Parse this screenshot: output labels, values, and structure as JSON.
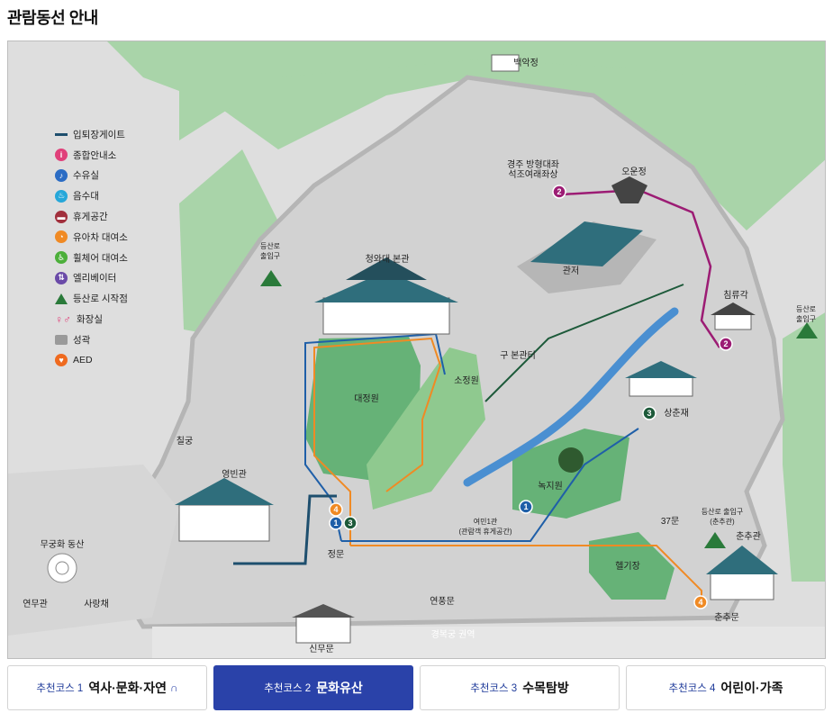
{
  "page": {
    "title": "관람동선 안내"
  },
  "legend": [
    {
      "label": "입퇴장게이트",
      "icon": "gate-line-icon",
      "color": "#1e4f6e",
      "glyph": ""
    },
    {
      "label": "종합안내소",
      "icon": "info-icon",
      "color": "#e0407a",
      "glyph": "i"
    },
    {
      "label": "수유실",
      "icon": "nursing-room-icon",
      "color": "#2b6cc4",
      "glyph": "♪"
    },
    {
      "label": "음수대",
      "icon": "water-fountain-icon",
      "color": "#26a7d9",
      "glyph": "♨"
    },
    {
      "label": "휴게공간",
      "icon": "rest-area-icon",
      "color": "#a12f3c",
      "glyph": "▬"
    },
    {
      "label": "유아차 대여소",
      "icon": "stroller-icon",
      "color": "#f08a24",
      "glyph": "◔"
    },
    {
      "label": "휠체어 대여소",
      "icon": "wheelchair-icon",
      "color": "#4caf3a",
      "glyph": "♿"
    },
    {
      "label": "엘리베이터",
      "icon": "elevator-icon",
      "color": "#6a4aa8",
      "glyph": "⇅"
    },
    {
      "label": "등산로 시작점",
      "icon": "trailhead-icon",
      "color": "#2a7a3a",
      "glyph": ""
    },
    {
      "label": "화장실",
      "icon": "restroom-icon",
      "color": "#1c5fb8",
      "glyph": ""
    },
    {
      "label": "성곽",
      "icon": "fortress-wall-icon",
      "color": "#9a9a9a",
      "glyph": ""
    },
    {
      "label": "AED",
      "icon": "aed-icon",
      "color": "#ef6a1f",
      "glyph": "♥"
    }
  ],
  "map": {
    "places": [
      {
        "key": "baegakjeong",
        "name": "백악정"
      },
      {
        "key": "buddha",
        "name": "경주 방형대좌\n석조여래좌상"
      },
      {
        "key": "oun",
        "name": "오운정"
      },
      {
        "key": "gwanjeo",
        "name": "관저"
      },
      {
        "key": "chimnyu",
        "name": "침류각"
      },
      {
        "key": "main_hall",
        "name": "청와대 본관"
      },
      {
        "key": "trail_w",
        "name": "등산로\n출입구"
      },
      {
        "key": "trail_e",
        "name": "등산로\n출입구"
      },
      {
        "key": "old_hall",
        "name": "구 본관터"
      },
      {
        "key": "daejeongwon",
        "name": "대정원"
      },
      {
        "key": "sojeongwon",
        "name": "소정원"
      },
      {
        "key": "sangchunjae",
        "name": "상춘재"
      },
      {
        "key": "nokjiwon",
        "name": "녹지원"
      },
      {
        "key": "chilgung",
        "name": "칠궁"
      },
      {
        "key": "yeongbin",
        "name": "영빈관"
      },
      {
        "key": "mugunghwa",
        "name": "무궁화 동산"
      },
      {
        "key": "jeongmun",
        "name": "정문"
      },
      {
        "key": "yeomin1",
        "name": "여민1관\n(관람객 휴게공간)"
      },
      {
        "key": "gate37",
        "name": "37문"
      },
      {
        "key": "trail_gate",
        "name": "등산로 출입구\n(춘추관)"
      },
      {
        "key": "chunchugwan",
        "name": "춘추관"
      },
      {
        "key": "heliport",
        "name": "헬기장"
      },
      {
        "key": "chunchumun",
        "name": "춘추문"
      },
      {
        "key": "yeonpung",
        "name": "연풍문"
      },
      {
        "key": "yeonmu",
        "name": "연무관"
      },
      {
        "key": "sarangchae",
        "name": "사랑채"
      },
      {
        "key": "sinmu",
        "name": "신무문"
      },
      {
        "key": "gyeongbok",
        "name": "경복궁 권역"
      }
    ],
    "markers": [
      {
        "num": "1",
        "color": "#1f5fa8"
      },
      {
        "num": "2",
        "color": "#9c1c74"
      },
      {
        "num": "3",
        "color": "#1d5a3a"
      },
      {
        "num": "4",
        "color": "#f08a24"
      }
    ],
    "route_colors": {
      "course1": "#1f5fa8",
      "course2": "#9c1c74",
      "course3": "#1d5a3a",
      "course4": "#f08a24"
    }
  },
  "tabs": [
    {
      "num": "추천코스 1",
      "name": "역사·문화·자연",
      "icon": "headphone-icon",
      "active": false
    },
    {
      "num": "추천코스 2",
      "name": "문화유산",
      "icon": "",
      "active": true
    },
    {
      "num": "추천코스 3",
      "name": "수목탐방",
      "icon": "",
      "active": false
    },
    {
      "num": "추천코스 4",
      "name": "어린이·가족",
      "icon": "",
      "active": false
    }
  ],
  "colors": {
    "forest": "#a9d4a9",
    "ground": "#d9d9d9",
    "lawn": "#66b277",
    "roof": "#2f6e7c",
    "stream": "#4a8fd1",
    "accent": "#2a42a9"
  }
}
